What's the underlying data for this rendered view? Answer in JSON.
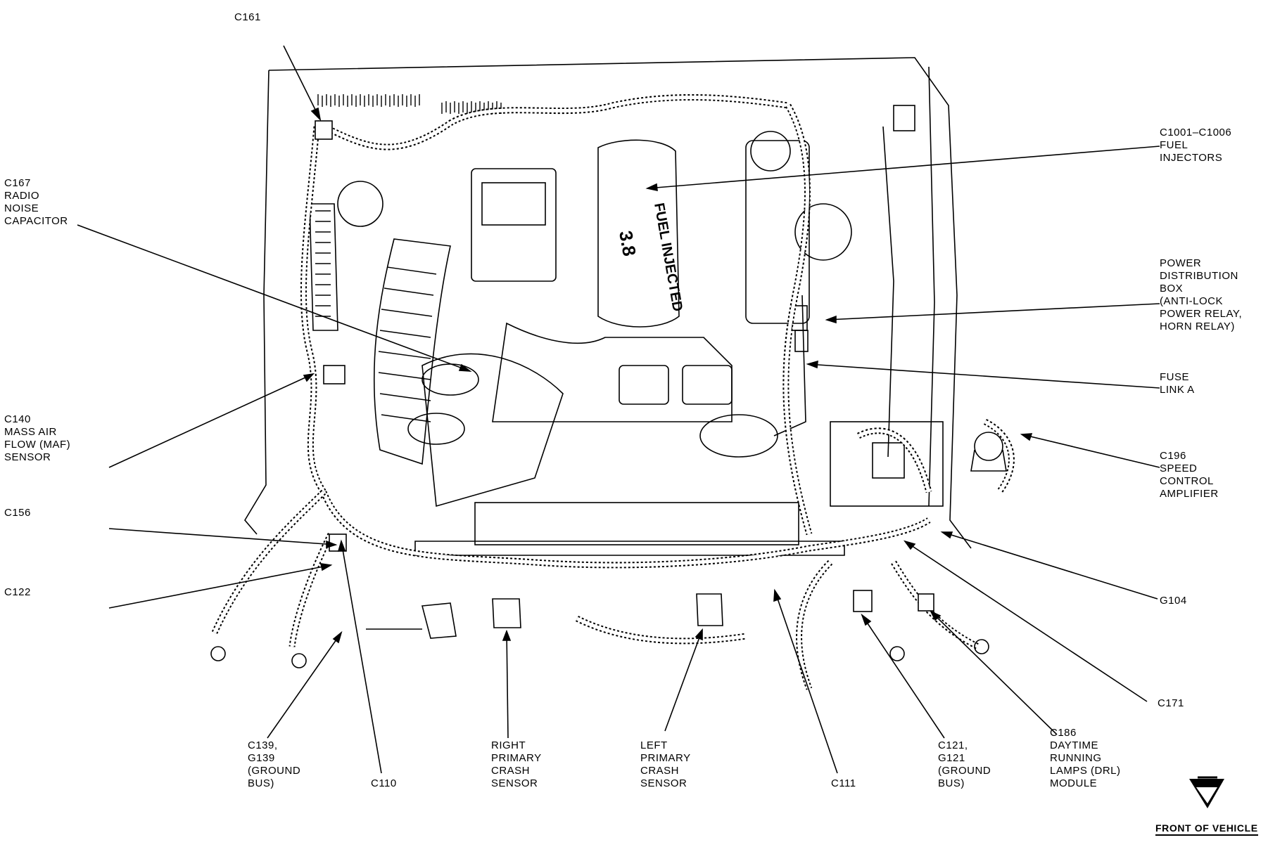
{
  "labels": {
    "c161": [
      "C161"
    ],
    "c167": [
      "C167",
      "RADIO",
      "NOISE",
      "CAPACITOR"
    ],
    "c140": [
      "C140",
      "MASS AIR",
      "FLOW (MAF)",
      "SENSOR"
    ],
    "c156": [
      "C156"
    ],
    "c122": [
      "C122"
    ],
    "c139": [
      "C139,",
      "G139",
      "(GROUND",
      "BUS)"
    ],
    "c110": [
      "C110"
    ],
    "right_crash": [
      "RIGHT",
      "PRIMARY",
      "CRASH",
      "SENSOR"
    ],
    "left_crash": [
      "LEFT",
      "PRIMARY",
      "CRASH",
      "SENSOR"
    ],
    "c111": [
      "C111"
    ],
    "c121": [
      "C121,",
      "G121",
      "(GROUND",
      "BUS)"
    ],
    "c186": [
      "C186",
      "DAYTIME",
      "RUNNING",
      "LAMPS (DRL)",
      "MODULE"
    ],
    "c171": [
      "C171"
    ],
    "g104": [
      "G104"
    ],
    "c196": [
      "C196",
      "SPEED",
      "CONTROL",
      "AMPLIFIER"
    ],
    "fuse_link": [
      "FUSE",
      "LINK A"
    ],
    "pdb": [
      "POWER",
      "DISTRIBUTION",
      "BOX",
      "(ANTI-LOCK",
      "POWER RELAY,",
      "HORN RELAY)"
    ],
    "c1001": [
      "C1001–C1006",
      "FUEL",
      "INJECTORS"
    ]
  },
  "engine_marking": "FUEL INJECTED",
  "engine_size": "3.8",
  "front_of_vehicle": "FRONT OF VEHICLE"
}
